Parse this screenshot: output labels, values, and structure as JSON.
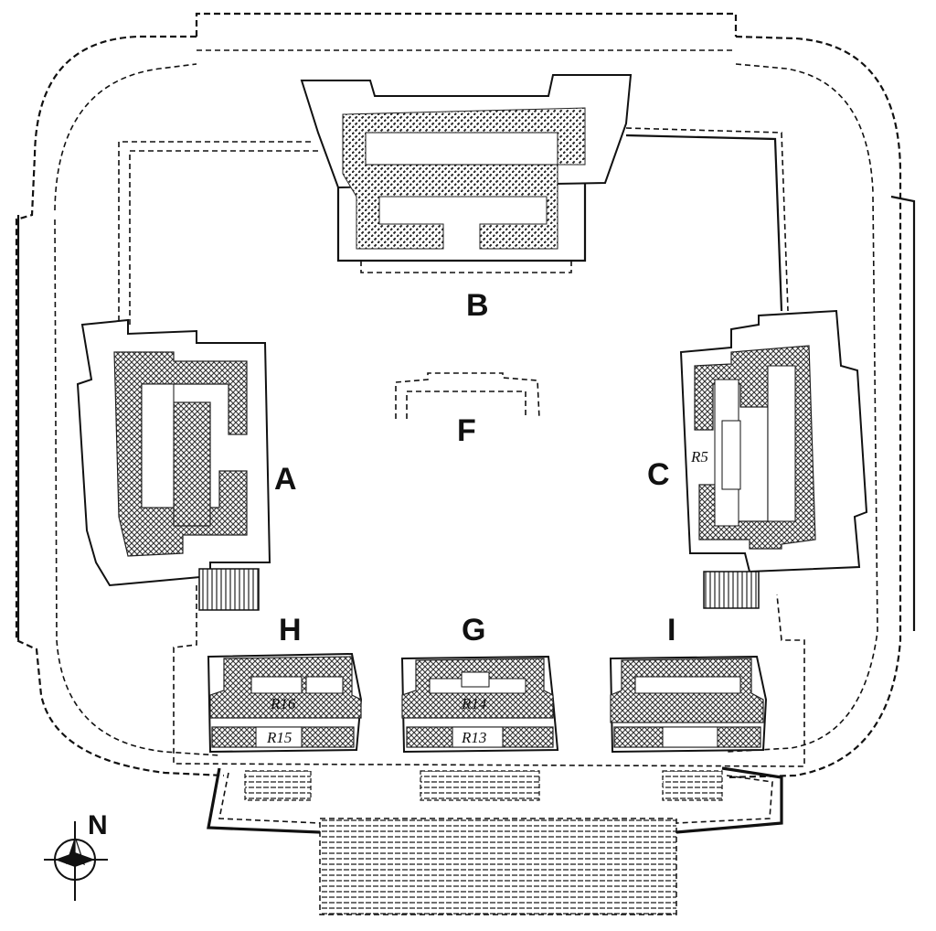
{
  "labels": {
    "A": "A",
    "B": "B",
    "C": "C",
    "F": "F",
    "G": "G",
    "H": "H",
    "I": "I"
  },
  "rooms": {
    "R16": "R16",
    "R15": "R15",
    "R14": "R14",
    "R13": "R13",
    "R5": "R5"
  },
  "compass": {
    "north": "N"
  }
}
